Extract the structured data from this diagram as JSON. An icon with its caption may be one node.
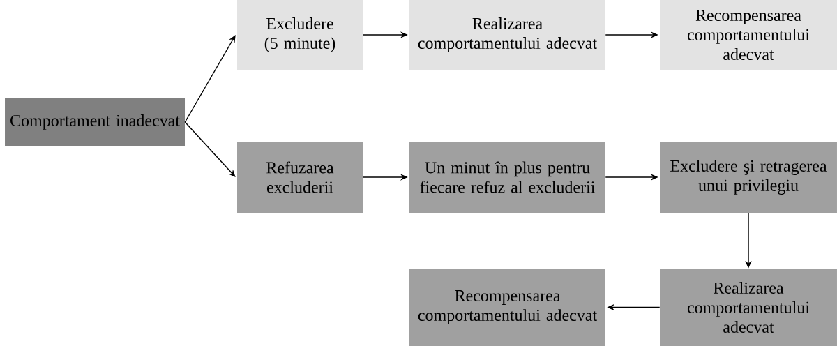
{
  "diagram": {
    "nodes": [
      {
        "text": [
          "Comportament inadecvat"
        ]
      },
      {
        "text": [
          "Excludere (5 minute)"
        ]
      },
      {
        "text": [
          "Realizarea comportamentului adecvat"
        ]
      },
      {
        "text": [
          "Recompensarea comportamentului adecvat"
        ]
      },
      {
        "text": [
          "Refuzarea excluderii"
        ]
      },
      {
        "text": [
          "Un minut în plus pentru fiecare refuz al excluderii"
        ]
      },
      {
        "text": [
          "Excludere şi retragerea unui privilegiu"
        ]
      },
      {
        "text": [
          "Recompensarea comportamentului adecvat"
        ]
      },
      {
        "text": [
          "Realizarea comportamentului adecvat"
        ]
      }
    ],
    "edges": [
      {
        "from": 0,
        "to": 1,
        "arrow": "to"
      },
      {
        "from": 0,
        "to": 4,
        "arrow": "to"
      },
      {
        "from": 1,
        "to": 2,
        "arrow": "to"
      },
      {
        "from": 2,
        "to": 3,
        "arrow": "to"
      },
      {
        "from": 4,
        "to": 5,
        "arrow": "to"
      },
      {
        "from": 5,
        "to": 6,
        "arrow": "to"
      },
      {
        "from": 6,
        "to": 8,
        "arrow": "to"
      },
      {
        "from": 8,
        "to": 7,
        "arrow": "to"
      }
    ]
  }
}
